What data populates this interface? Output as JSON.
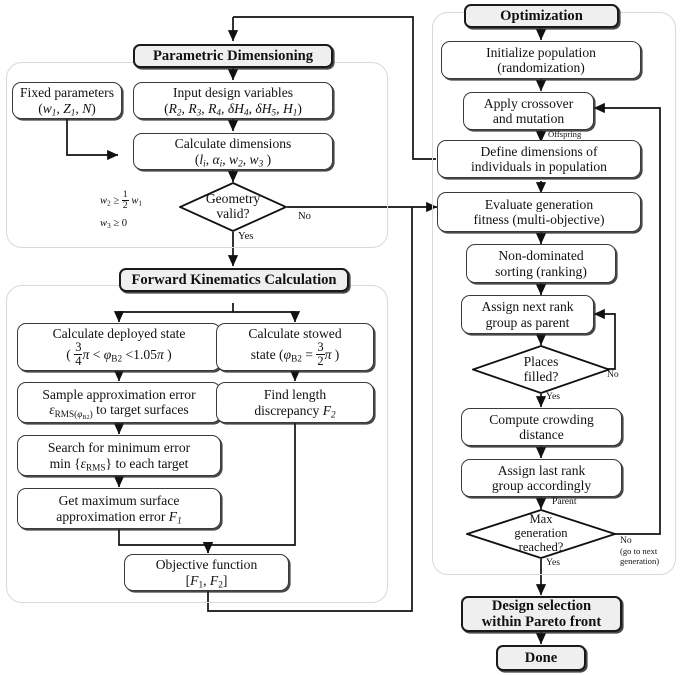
{
  "diagram": {
    "title": "Parametric dimensioning, forward kinematics and multi-objective optimization flowchart",
    "colors": {
      "stroke": "#3b3b3b",
      "header_fill": "#efefef",
      "group_border": "#d9d9d9",
      "background": "#ffffff"
    }
  },
  "groups": {
    "parametric": {
      "name": "parametric-dimensioning-group"
    },
    "forward": {
      "name": "forward-kinematics-group"
    },
    "optimization": {
      "name": "optimization-group"
    }
  },
  "headers": {
    "parametric": "Parametric Dimensioning",
    "forward": "Forward Kinematics Calculation",
    "optimization": "Optimization"
  },
  "left": {
    "fixed_parameters": {
      "line1": "Fixed parameters",
      "line2_html": "(<i>w<sub>1</sub></i>, <i>Z<sub>1</sub></i>, <i>N</i>)"
    },
    "input_variables": {
      "line1": "Input design variables",
      "line2_html": "(<i>R<sub>2</sub></i>, <i>R<sub>3</sub></i>, <i>R<sub>4</sub></i>, <i>&delta;H<sub>4</sub></i>, <i>&delta;H<sub>5</sub></i>, <i>H<sub>1</sub></i>)"
    },
    "calculate_dimensions": {
      "line1": "Calculate dimensions",
      "line2_html": "(<i>l<sub>i</sub></i>, <i>&alpha;<sub>i</sub></i>, <i>w<sub>2</sub></i>, <i>w<sub>3</sub></i> )"
    },
    "geometry_valid": {
      "line1": "Geometry",
      "line2": "valid?"
    },
    "geometry_conditions": {
      "cond1_html": "<i>w</i><sub>2</sub> &ge; <span class=\"frac\"><span class=\"n\">1</span><span class=\"d\">2</span></span> <i>w</i><sub>1</sub>",
      "cond2_html": "<i>w</i><sub>3</sub> &ge; 0"
    },
    "geometry_yes": "Yes",
    "geometry_no": "No",
    "deployed_state": {
      "line1": "Calculate deployed state",
      "line2_html": "( <span class=\"frac\"><span class=\"n\">3</span><span class=\"d\">4</span></span><i>&pi;</i> &lt; <i>&phi;</i><sub>B2</sub> &lt;1.05<i>&pi;</i> )"
    },
    "stowed_state": {
      "line1": "Calculate stowed",
      "line2_html": "state (<i>&phi;</i><sub>B2</sub> = <span class=\"frac\"><span class=\"n\">3</span><span class=\"d\">2</span></span><i>&pi;</i> )"
    },
    "sample_error": {
      "line1": "Sample approximation error",
      "line2_html": "<i>&epsilon;</i><sub>RMS(<i>&phi;</i><sub>B2</sub>)</sub> to target surfaces"
    },
    "find_length": {
      "line1": "Find length",
      "line2_html": "discrepancy <i>F<sub>2</sub></i>"
    },
    "search_min": {
      "line1": "Search for minimum error",
      "line2_html": "min {<i>&epsilon;</i><sub>RMS</sub>} to each target"
    },
    "get_max": {
      "line1": "Get maximum surface",
      "line2_html": "approximation error <i>F<sub>1</sub></i>"
    },
    "objective_function": {
      "line1": "Objective function",
      "line2_html": "[<i>F</i><sub>1</sub>, <i>F</i><sub>2</sub>]"
    }
  },
  "right": {
    "initialize": {
      "line1": "Initialize population",
      "line2": "(randomization)"
    },
    "crossover": {
      "line1": "Apply crossover",
      "line2": "and mutation"
    },
    "offspring_label": "Offspring",
    "define_dimensions": {
      "line1": "Define dimensions of",
      "line2": "individuals in population"
    },
    "evaluate": {
      "line1": "Evaluate generation",
      "line2": "fitness (multi-objective)"
    },
    "non_dominated": {
      "line1": "Non-dominated",
      "line2": "sorting (ranking)"
    },
    "assign_next": {
      "line1": "Assign next rank",
      "line2": "group as parent"
    },
    "places_filled": {
      "line1": "Places",
      "line2": "filled?"
    },
    "places_yes": "Yes",
    "places_no": "No",
    "crowding": {
      "line1": "Compute crowding",
      "line2": "distance"
    },
    "assign_last": {
      "line1": "Assign last rank",
      "line2": "group accordingly"
    },
    "parent_label": "Parent",
    "max_generation": {
      "line1": "Max",
      "line2": "generation",
      "line3": "reached?"
    },
    "max_yes": "Yes",
    "max_no_l1": "No",
    "max_no_l2": "(go to next",
    "max_no_l3": "generation)",
    "design_selection": {
      "line1": "Design selection",
      "line2": "within Pareto front"
    },
    "done": "Done"
  }
}
